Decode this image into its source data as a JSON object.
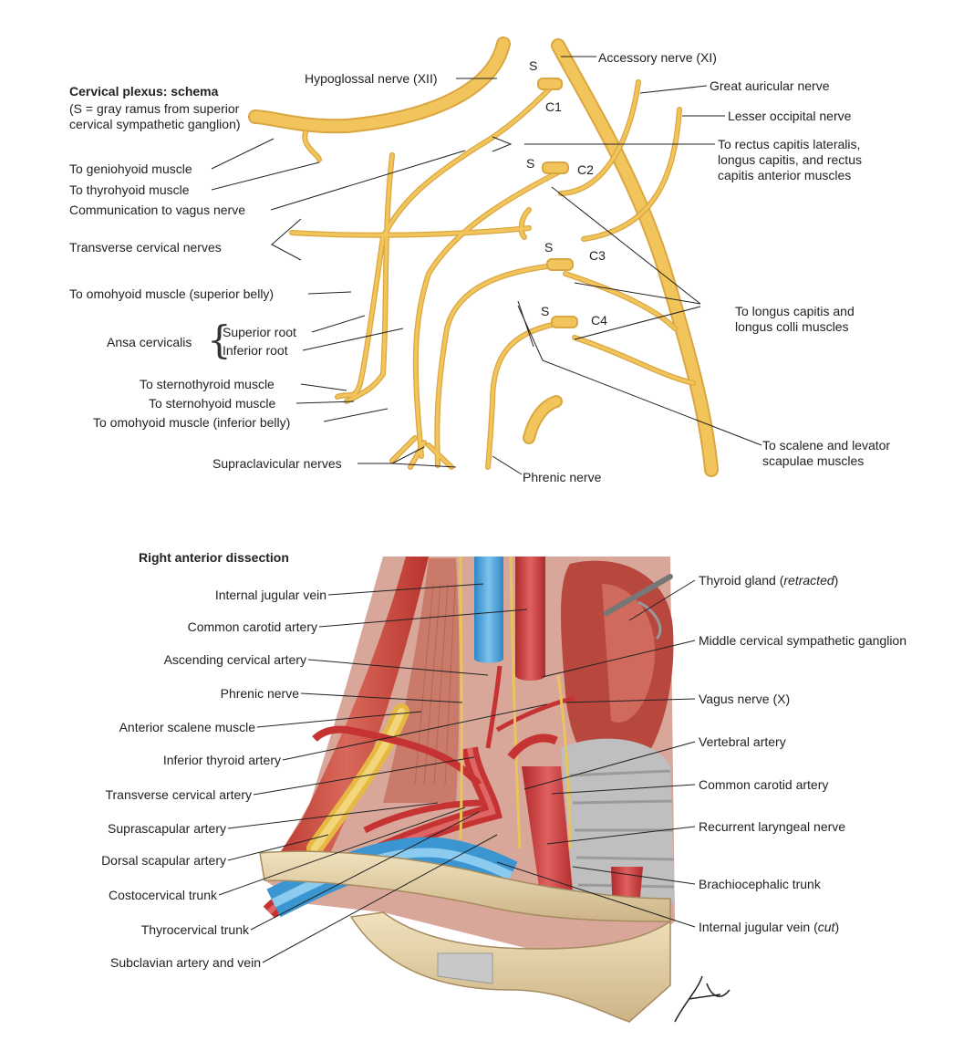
{
  "schema": {
    "title": "Cervical plexus: schema",
    "note": "(S = gray ramus from superior cervical sympathetic ganglion)",
    "levels": {
      "c1": "C1",
      "c2": "C2",
      "c3": "C3",
      "c4": "C4",
      "s": "S"
    },
    "labels": {
      "hypoglossal": "Hypoglossal nerve (XII)",
      "accessory": "Accessory nerve (XI)",
      "great_auricular": "Great auricular nerve",
      "lesser_occipital": "Lesser occipital nerve",
      "rectus_capitis": "To rectus capitis lateralis, longus capitis, and rectus capitis anterior muscles",
      "geniohyoid": "To geniohyoid muscle",
      "thyrohyoid": "To thyrohyoid muscle",
      "communication_vagus": "Communication to vagus nerve",
      "transverse_cervical": "Transverse cervical nerves",
      "omohyoid_superior": "To omohyoid muscle (superior belly)",
      "ansa_cervicalis": "Ansa cervicalis",
      "superior_root": "Superior root",
      "inferior_root": "Inferior root",
      "sternothyroid": "To sternothyroid muscle",
      "sternohyoid": "To sternohyoid muscle",
      "omohyoid_inferior": "To omohyoid muscle (inferior belly)",
      "supraclavicular": "Supraclavicular nerves",
      "phrenic": "Phrenic nerve",
      "longus_capitis": "To longus capitis and longus colli muscles",
      "scalene_levator": "To scalene and levator scapulae muscles"
    }
  },
  "dissection": {
    "title": "Right anterior dissection",
    "left_labels": [
      "Internal jugular vein",
      "Common carotid artery",
      "Ascending cervical artery",
      "Phrenic nerve",
      "Anterior scalene muscle",
      "Inferior thyroid artery",
      "Transverse cervical artery",
      "Suprascapular artery",
      "Dorsal scapular artery",
      "Costocervical trunk",
      "Thyrocervical trunk",
      "Subclavian artery and vein"
    ],
    "right_labels": {
      "thyroid_prefix": "Thyroid gland (",
      "thyroid_italic": "retracted",
      "thyroid_suffix": ")",
      "middle_ganglion": "Middle cervical sympathetic ganglion",
      "vagus": "Vagus nerve (X)",
      "vertebral": "Vertebral artery",
      "common_carotid": "Common carotid artery",
      "recurrent_laryngeal": "Recurrent laryngeal nerve",
      "brachiocephalic": "Brachiocephalic trunk",
      "ijv_prefix": "Internal jugular vein (",
      "ijv_italic": "cut",
      "ijv_suffix": ")"
    },
    "signature": "F. Netter M.D."
  },
  "colors": {
    "nerve": "#f2c55c",
    "nerve_edge": "#d9a640",
    "muscle": "#c9443a",
    "artery": "#cc3a3a",
    "vein": "#4aa3d8",
    "bone": "#e6d3a8",
    "cartilage": "#c8c8c8",
    "leader": "#222222"
  }
}
